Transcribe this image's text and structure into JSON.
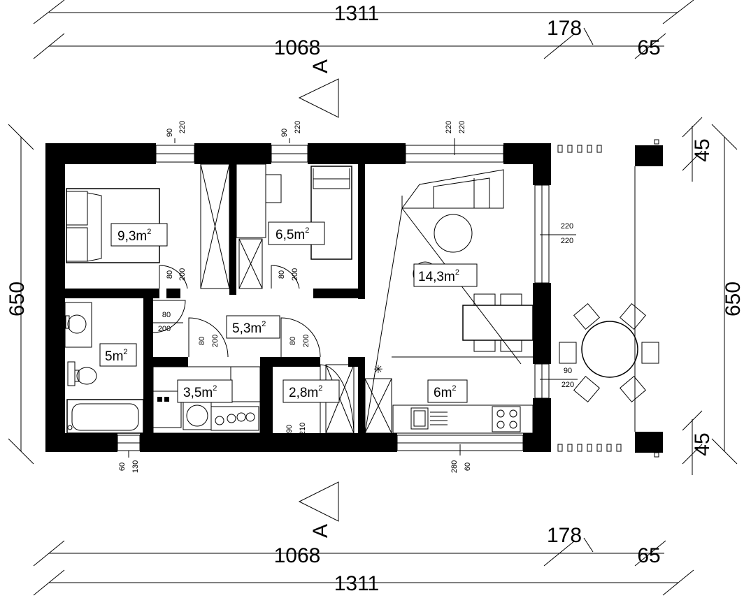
{
  "dimensions": {
    "overall_width": "1311",
    "inner_width": "1068",
    "terrace_width": "178",
    "terrace_offset": "65",
    "overall_depth": "650",
    "edge_offset": "45",
    "section_label": "A"
  },
  "rooms": [
    {
      "area": "9,3",
      "unit": "m",
      "exp": "2"
    },
    {
      "area": "6,5",
      "unit": "m",
      "exp": "2"
    },
    {
      "area": "14,3",
      "unit": "m",
      "exp": "2"
    },
    {
      "area": "5",
      "unit": "m",
      "exp": "2"
    },
    {
      "area": "5,3",
      "unit": "m",
      "exp": "2"
    },
    {
      "area": "3,5",
      "unit": "m",
      "exp": "2"
    },
    {
      "area": "2,8",
      "unit": "m",
      "exp": "2"
    },
    {
      "area": "6",
      "unit": "m",
      "exp": "2"
    }
  ],
  "openings": {
    "win_top_left": [
      "90",
      "220"
    ],
    "win_top_mid": [
      "90",
      "220"
    ],
    "win_top_right": [
      "220",
      "220"
    ],
    "win_right_upper": [
      "220",
      "220"
    ],
    "win_right_lower": [
      "90",
      "220"
    ],
    "win_bottom_bath": [
      "60",
      "130"
    ],
    "win_bottom_kitchen": [
      "280",
      "60"
    ],
    "door_bed1": [
      "80",
      "200"
    ],
    "door_bed2": [
      "80",
      "200"
    ],
    "door_bath": [
      "80",
      "200"
    ],
    "door_utility": [
      "80",
      "200"
    ],
    "door_storage": [
      "80",
      "200"
    ],
    "door_entrance": [
      "90",
      "210"
    ]
  }
}
